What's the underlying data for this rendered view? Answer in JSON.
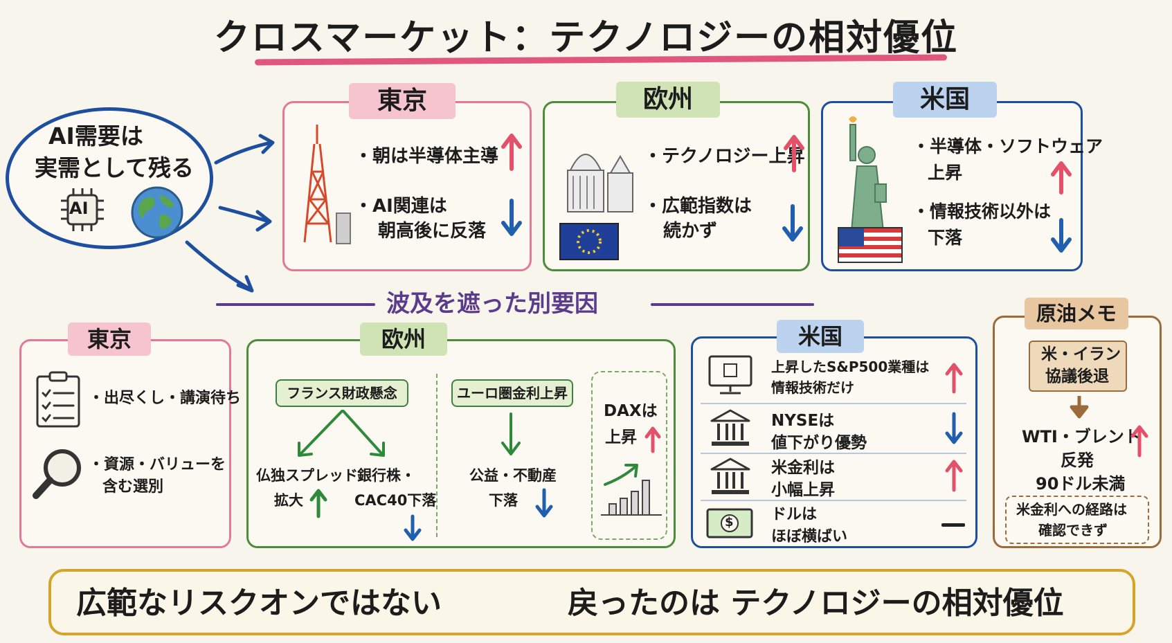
{
  "title": "クロスマーケット：テクノロジーの相対優位",
  "ai_bubble": {
    "line1": "AI需要は",
    "line2": "実需として残る",
    "chip_label": "AI"
  },
  "top": {
    "tokyo": {
      "label": "東京",
      "item1": "・朝は半導体主導",
      "item2a": "・AI関連は",
      "item2b": "朝高後に反落"
    },
    "europe": {
      "label": "欧州",
      "item1": "・テクノロジー上昇",
      "item2a": "・広範指数は",
      "item2b": "続かず"
    },
    "us": {
      "label": "米国",
      "item1a": "・半導体・ソフトウェア",
      "item1b": "上昇",
      "item2a": "・情報技術以外は",
      "item2b": "下落"
    }
  },
  "divider_label": "波及を遮った別要因",
  "bottom": {
    "tokyo": {
      "label": "東京",
      "item1": "・出尽くし・講演待ち",
      "item2a": "・資源・バリューを",
      "item2b": "含む選別"
    },
    "europe": {
      "label": "欧州",
      "pill1": "フランス財政懸念",
      "left_a": "仏独スプレッド",
      "left_b": "拡大",
      "right_a": "銀行株・",
      "right_b": "CAC40下落",
      "pill2": "ユーロ圏金利上昇",
      "mid_a": "公益・不動産",
      "mid_b": "下落",
      "dax_a": "DAXは",
      "dax_b": "上昇"
    },
    "us": {
      "label": "米国",
      "row1a": "上昇したS&P500業種は",
      "row1b": "情報技術だけ",
      "row2a": "NYSEは",
      "row2b": "値下がり優勢",
      "row3a": "米金利は",
      "row3b": "小幅上昇",
      "row4a": "ドルは",
      "row4b": "ほぼ横ばい",
      "dollar_symbol": "$"
    },
    "oil": {
      "label": "原油メモ",
      "box_a": "米・イラン",
      "box_b": "協議後退",
      "line1": "WTI・ブレント",
      "line2": "反発",
      "line3": "90ドル未満",
      "note_a": "米金利への経路は",
      "note_b": "確認できず"
    }
  },
  "footer": {
    "left": "広範なリスクオンではない",
    "right": "戻ったのは テクノロジーの相対優位"
  },
  "colors": {
    "pink": "#e27a97",
    "green": "#4e8b3c",
    "blue": "#1d4f9e",
    "brown": "#9c6b3c",
    "gold": "#d4a52a",
    "up": "#e2506a",
    "down": "#1f5fae"
  }
}
